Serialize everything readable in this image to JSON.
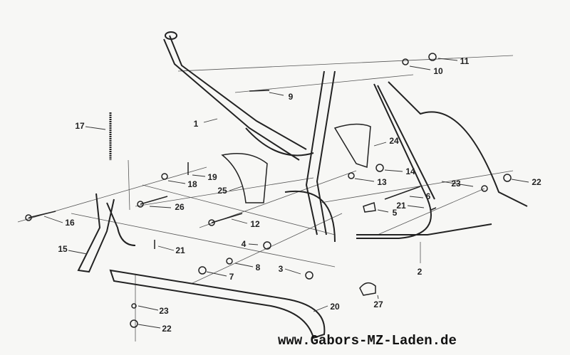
{
  "diagram": {
    "parts": [
      "11",
      "10",
      "9",
      "1",
      "17",
      "24",
      "14",
      "13",
      "19",
      "18",
      "25",
      "23",
      "22",
      "6",
      "21",
      "5",
      "26",
      "12",
      "16",
      "15",
      "21",
      "4",
      "8",
      "3",
      "2",
      "7",
      "23",
      "22",
      "20",
      "27"
    ],
    "website": "www.Gabors-MZ-Laden.de"
  }
}
